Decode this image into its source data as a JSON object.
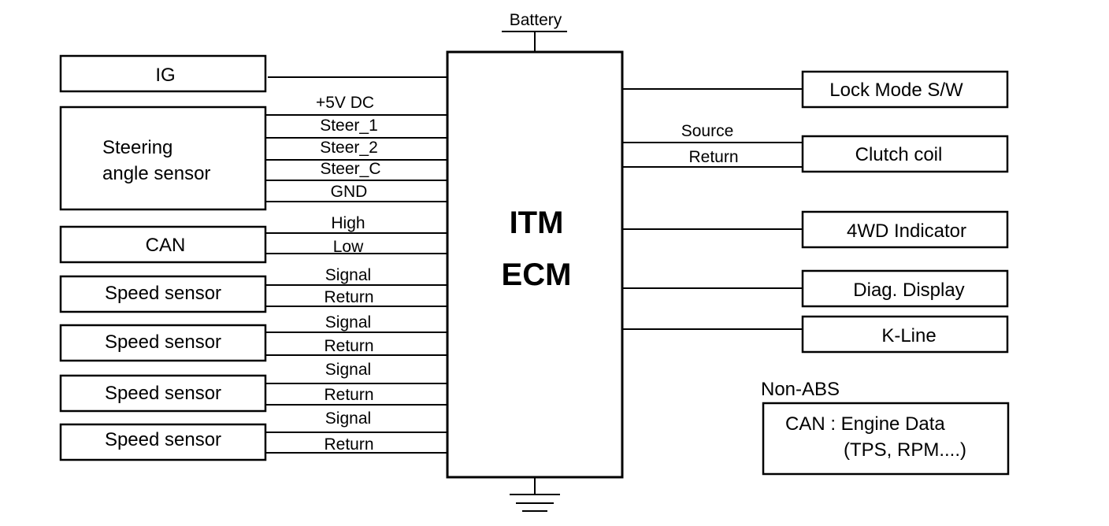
{
  "battery_label": "Battery",
  "ecm": {
    "line1": "ITM",
    "line2": "ECM"
  },
  "left_boxes": {
    "ig": "IG",
    "steering_line1": "Steering",
    "steering_line2": "angle sensor",
    "can": "CAN",
    "speed_1": "Speed sensor",
    "speed_2": "Speed sensor",
    "speed_3": "Speed sensor",
    "speed_4": "Speed sensor"
  },
  "left_wires": {
    "steering": [
      "+5V DC",
      "Steer_1",
      "Steer_2",
      "Steer_C",
      "GND"
    ],
    "can": [
      "High",
      "Low"
    ],
    "speed_1": [
      "Signal",
      "Return"
    ],
    "speed_2": [
      "Signal",
      "Return"
    ],
    "speed_3": [
      "Signal",
      "Return"
    ],
    "speed_4": [
      "Signal",
      "Return"
    ]
  },
  "right_boxes": {
    "lock_mode": "Lock Mode S/W",
    "clutch_coil": "Clutch coil",
    "indicator_4wd": "4WD Indicator",
    "diag_display": "Diag. Display",
    "k_line": "K-Line"
  },
  "clutch_wires": [
    "Source",
    "Return"
  ],
  "non_abs": {
    "title": "Non-ABS",
    "line1": "CAN : Engine Data",
    "line2": "(TPS, RPM....)"
  }
}
